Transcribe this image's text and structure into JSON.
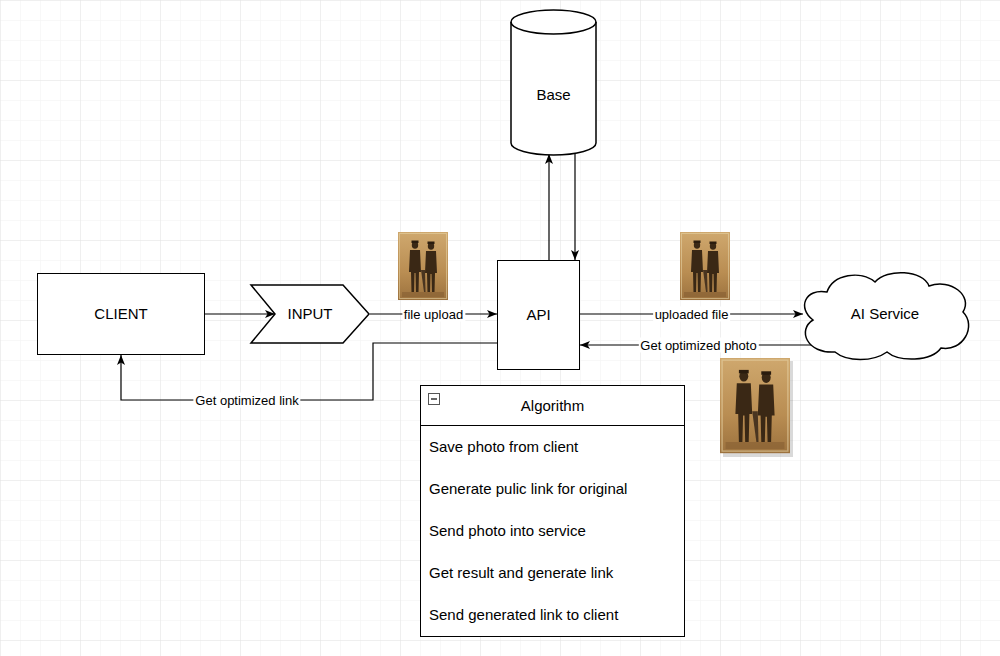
{
  "diagram": {
    "nodes": [
      {
        "text": [
          "Base"
        ]
      },
      {
        "text": [
          "CLIENT"
        ]
      },
      {
        "text": [
          "INPUT"
        ]
      },
      {
        "text": [
          "API"
        ]
      },
      {
        "text": [
          "AI Service"
        ]
      },
      {
        "text": [
          "Algorithm",
          "Save photo from client",
          "Generate pulic link for original",
          "Send photo into service",
          "Get result and generate link",
          "Send generated link to client"
        ]
      }
    ],
    "edges": [
      {
        "from": 1,
        "to": 2,
        "arrow": "to"
      },
      {
        "from": 2,
        "to": 3,
        "label": "file upload",
        "arrow": "to"
      },
      {
        "from": 3,
        "to": 0,
        "arrow": "to"
      },
      {
        "from": 0,
        "to": 3,
        "arrow": "to"
      },
      {
        "from": 3,
        "to": 4,
        "label": "uploaded file",
        "arrow": "to"
      },
      {
        "from": 4,
        "to": 3,
        "label": "Get optimized photo",
        "arrow": "to"
      },
      {
        "from": 3,
        "to": 1,
        "label": "Get optimized link",
        "arrow": "to"
      }
    ]
  }
}
